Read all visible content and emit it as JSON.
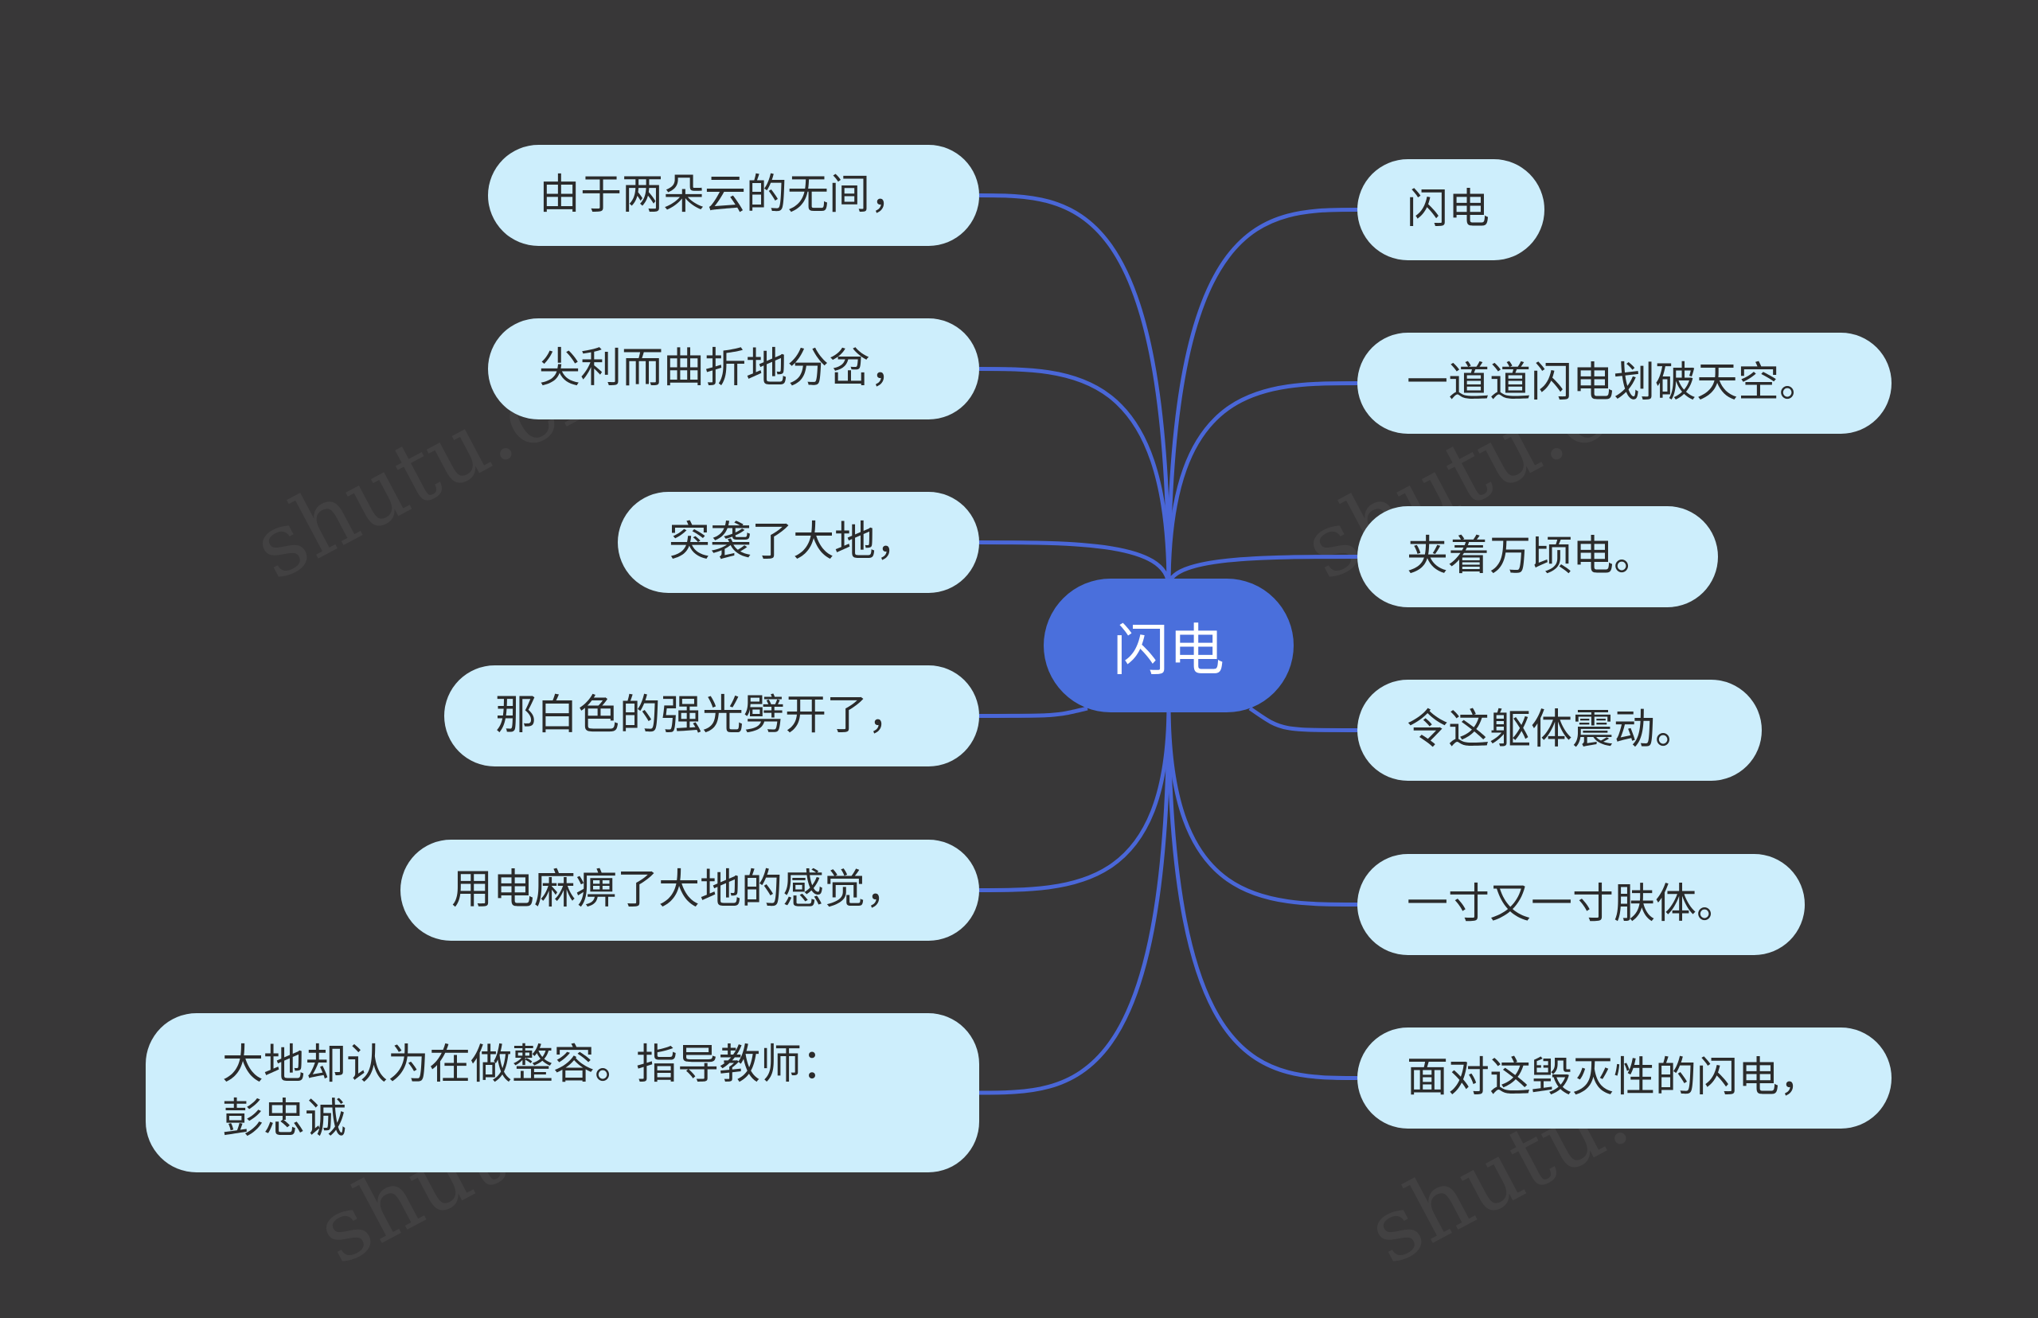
{
  "colors": {
    "background": "#383738",
    "connector": "#4a67d8",
    "root_fill": "#4a6fdc",
    "root_text": "#ffffff",
    "node_fill": "#cdeefc",
    "node_text": "#2b2b2b"
  },
  "root": {
    "label": "闪电"
  },
  "left_nodes": [
    {
      "label": "由于两朵云的无间，"
    },
    {
      "label": "尖利而曲折地分岔，"
    },
    {
      "label": "突袭了大地，"
    },
    {
      "label": "那白色的强光劈开了，"
    },
    {
      "label": "用电麻痹了大地的感觉，"
    },
    {
      "label": "大地却认为在做整容。指导教师：\n彭忠诚"
    }
  ],
  "right_nodes": [
    {
      "label": "闪电"
    },
    {
      "label": "一道道闪电划破天空。"
    },
    {
      "label": "夹着万顷电。"
    },
    {
      "label": "令这躯体震动。"
    },
    {
      "label": "一寸又一寸肤体。"
    },
    {
      "label": "面对这毁灭性的闪电，"
    }
  ],
  "watermark": "shutu.cn"
}
